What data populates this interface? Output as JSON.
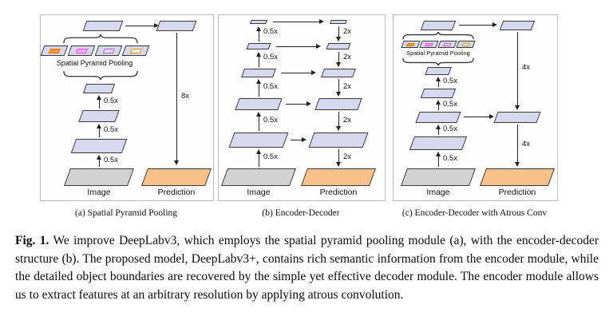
{
  "panels": {
    "a": {
      "caption": "(a) Spatial Pyramid Pooling",
      "spp_label": "Spatial Pyramid Pooling",
      "downscale": "0.5x",
      "upsample": "8x",
      "image": "Image",
      "prediction": "Prediction"
    },
    "b": {
      "caption": "(b) Encoder-Decoder",
      "downscale": "0.5x",
      "upsample": "2x",
      "image": "Image",
      "prediction": "Prediction"
    },
    "c": {
      "caption": "(c) Encoder-Decoder with Atrous Conv",
      "spp_label": "Spatial Pyramid Pooling",
      "downscale": "0.5x",
      "upsample": "4x",
      "image": "Image",
      "prediction": "Prediction"
    }
  },
  "caption": {
    "tag": "Fig. 1.",
    "body": "We improve DeepLabv3, which employs the spatial pyramid pooling module (a), with the encoder-decoder structure (b). The proposed model, DeepLabv3+, contains rich semantic information from the encoder module, while the detailed object boundaries are recovered by the simple yet effective decoder module. The encoder module allows us to extract features at an arbitrary resolution by applying atrous convolution.",
    "hyphen_note": "boundaries"
  },
  "colors": {
    "feature_fill": "#d7d8ee",
    "image_fill": "#d2d2d2",
    "prediction_fill": "#f8c189",
    "shape_border": "#3a3a3a",
    "panel_border": "#bdbdbd",
    "spp_inner_border": [
      "#e07800",
      "#ee44ee",
      "#aa66dd",
      "#cc9922"
    ],
    "spp_inner_fill": [
      "#ff9933",
      "#ffaaff",
      "#eeddfa",
      "#f7eecf"
    ]
  }
}
